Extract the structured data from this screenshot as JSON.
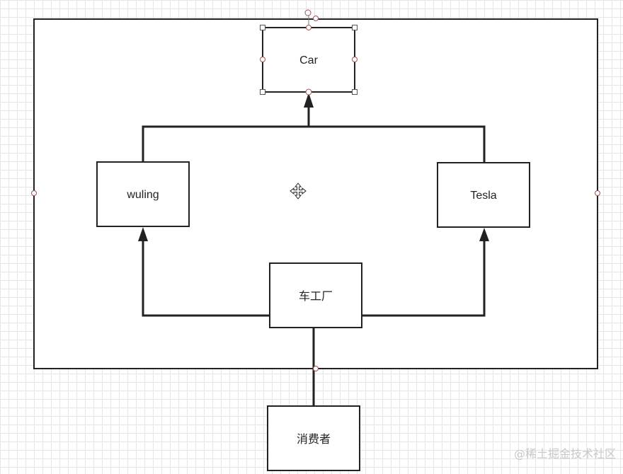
{
  "diagram": {
    "nodes": {
      "car": "Car",
      "wuling": "wuling",
      "tesla": "Tesla",
      "factory": "车工厂",
      "consumer": "消费者"
    }
  },
  "watermark": "@稀土掘金技术社区",
  "colors": {
    "stroke": "#222222",
    "grid": "#e6e6e6",
    "background": "#ffffff"
  }
}
